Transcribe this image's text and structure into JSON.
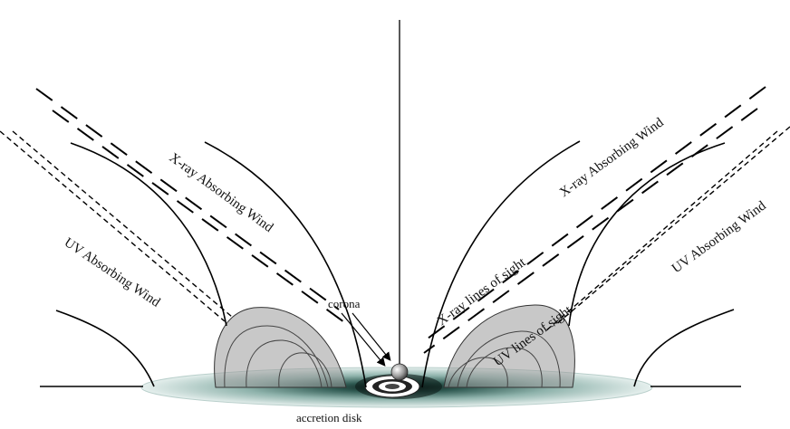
{
  "labels": {
    "xray_wind_left": "X-ray Absorbing Wind",
    "uv_wind_left": "UV Absorbing Wind",
    "xray_wind_right": "X-ray Absorbing Wind",
    "uv_wind_right": "UV Absorbing Wind",
    "xray_los": "X-ray lines of sight",
    "uv_los": "UV lines of sight",
    "corona": "corona",
    "accretion_disk": "accretion disk"
  },
  "colors": {
    "stroke": "#000000",
    "lobe_fill": "#9a9a9a",
    "disk_dark": "#1e3a34",
    "disk_light": "#d8e6e3"
  }
}
